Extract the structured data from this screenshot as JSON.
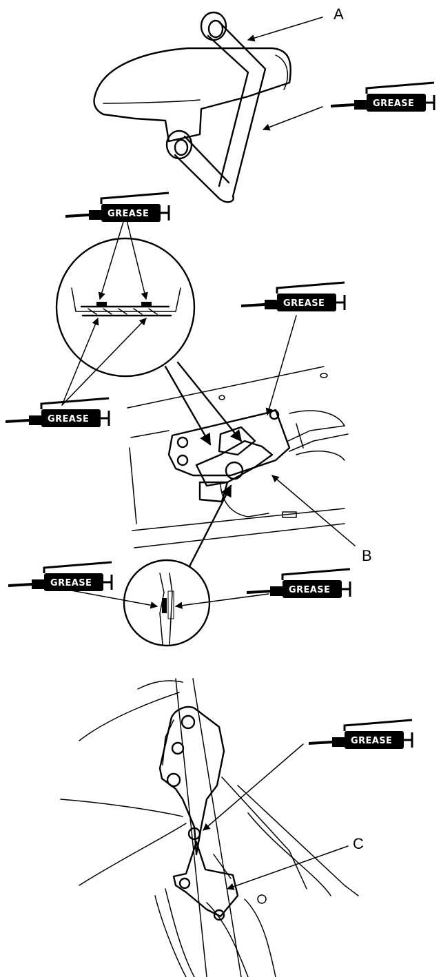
{
  "labels": {
    "part_a": "A",
    "part_b": "B",
    "part_c": "C"
  },
  "grease_tag": "GREASE",
  "colors": {
    "ink": "#000000",
    "paper": "#ffffff"
  },
  "icons": [
    "grease-tube-icon"
  ]
}
